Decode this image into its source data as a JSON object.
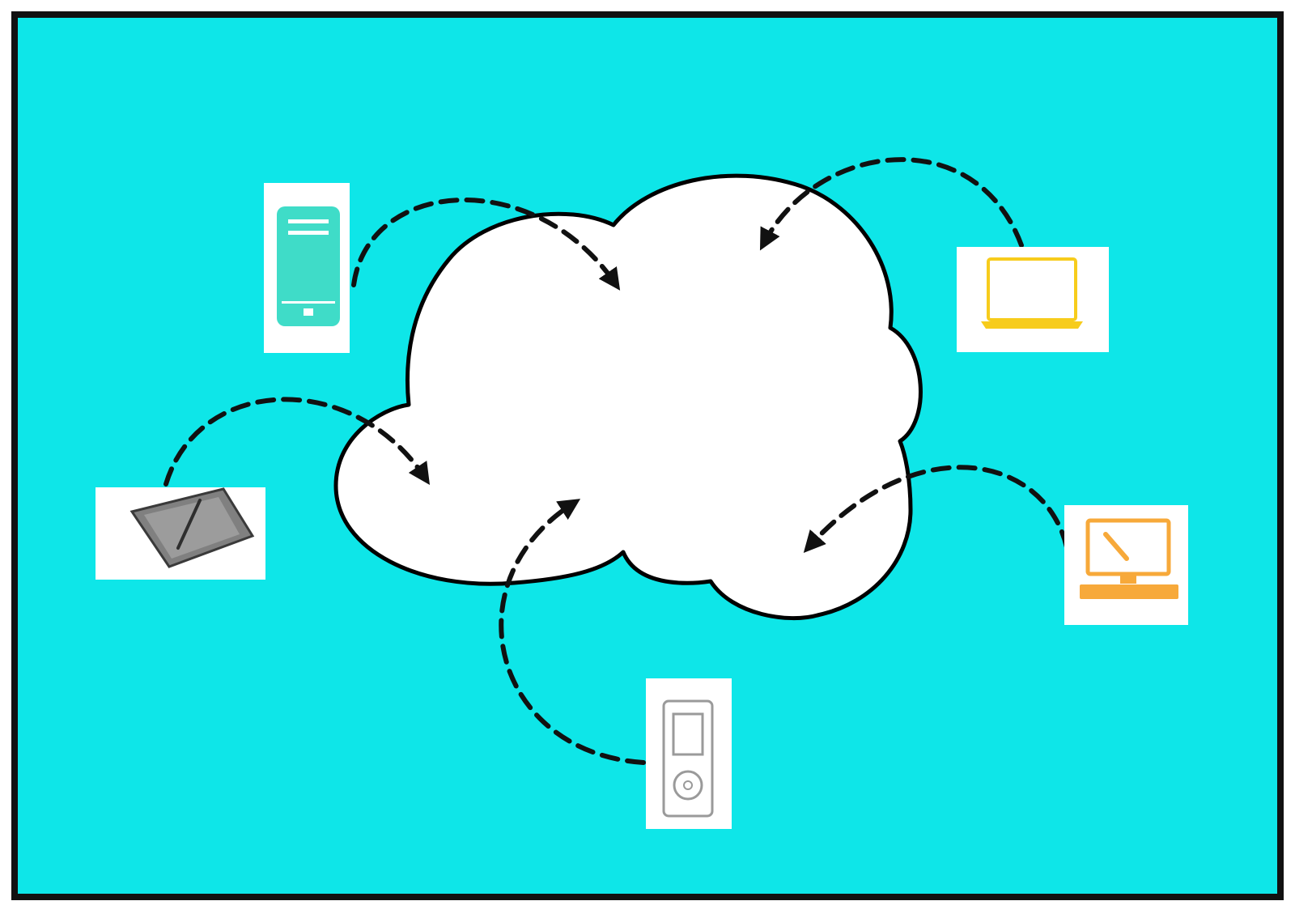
{
  "colors": {
    "background": "#0ee6e8",
    "frame": "#111111",
    "cloud_fill": "#ffffff",
    "cloud_stroke": "#000000",
    "connector": "#111111",
    "card": "#ffffff",
    "phone": "#3fdcc8",
    "laptop": "#f7cc1c",
    "desktop": "#f7a93a",
    "tablet": "#808080",
    "player": "#9a9a9a"
  },
  "nodes": [
    {
      "id": "smartphone",
      "icon": "smartphone-icon"
    },
    {
      "id": "laptop",
      "icon": "laptop-icon"
    },
    {
      "id": "drawing-tablet",
      "icon": "drawing-tablet-icon"
    },
    {
      "id": "desktop-computer",
      "icon": "desktop-computer-icon"
    },
    {
      "id": "media-player",
      "icon": "media-player-icon"
    }
  ],
  "hub": {
    "id": "cloud",
    "icon": "cloud-icon"
  }
}
